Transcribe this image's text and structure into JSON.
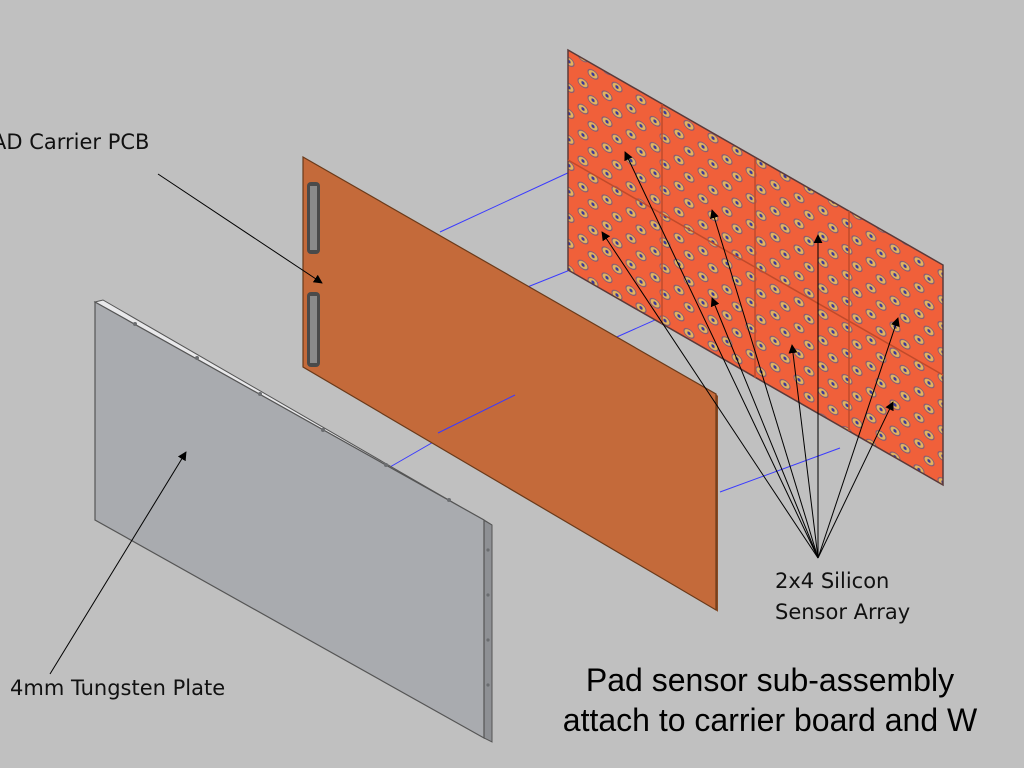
{
  "labels": {
    "pcb": "AD Carrier PCB",
    "tungsten": "4mm Tungsten Plate",
    "sensor_line1": "2x4 Silicon",
    "sensor_line2": "Sensor Array"
  },
  "caption": {
    "line1": "Pad sensor sub-assembly",
    "line2": "attach to carrier board and W"
  },
  "colors": {
    "background": "#c0c0c0",
    "tungsten_plate": "#a9abaf",
    "carrier_pcb": "#c46a3a",
    "sensor_array": "#f0603a",
    "sensor_pad": "#e0b060",
    "alignment_lines": "#3a3aff"
  }
}
